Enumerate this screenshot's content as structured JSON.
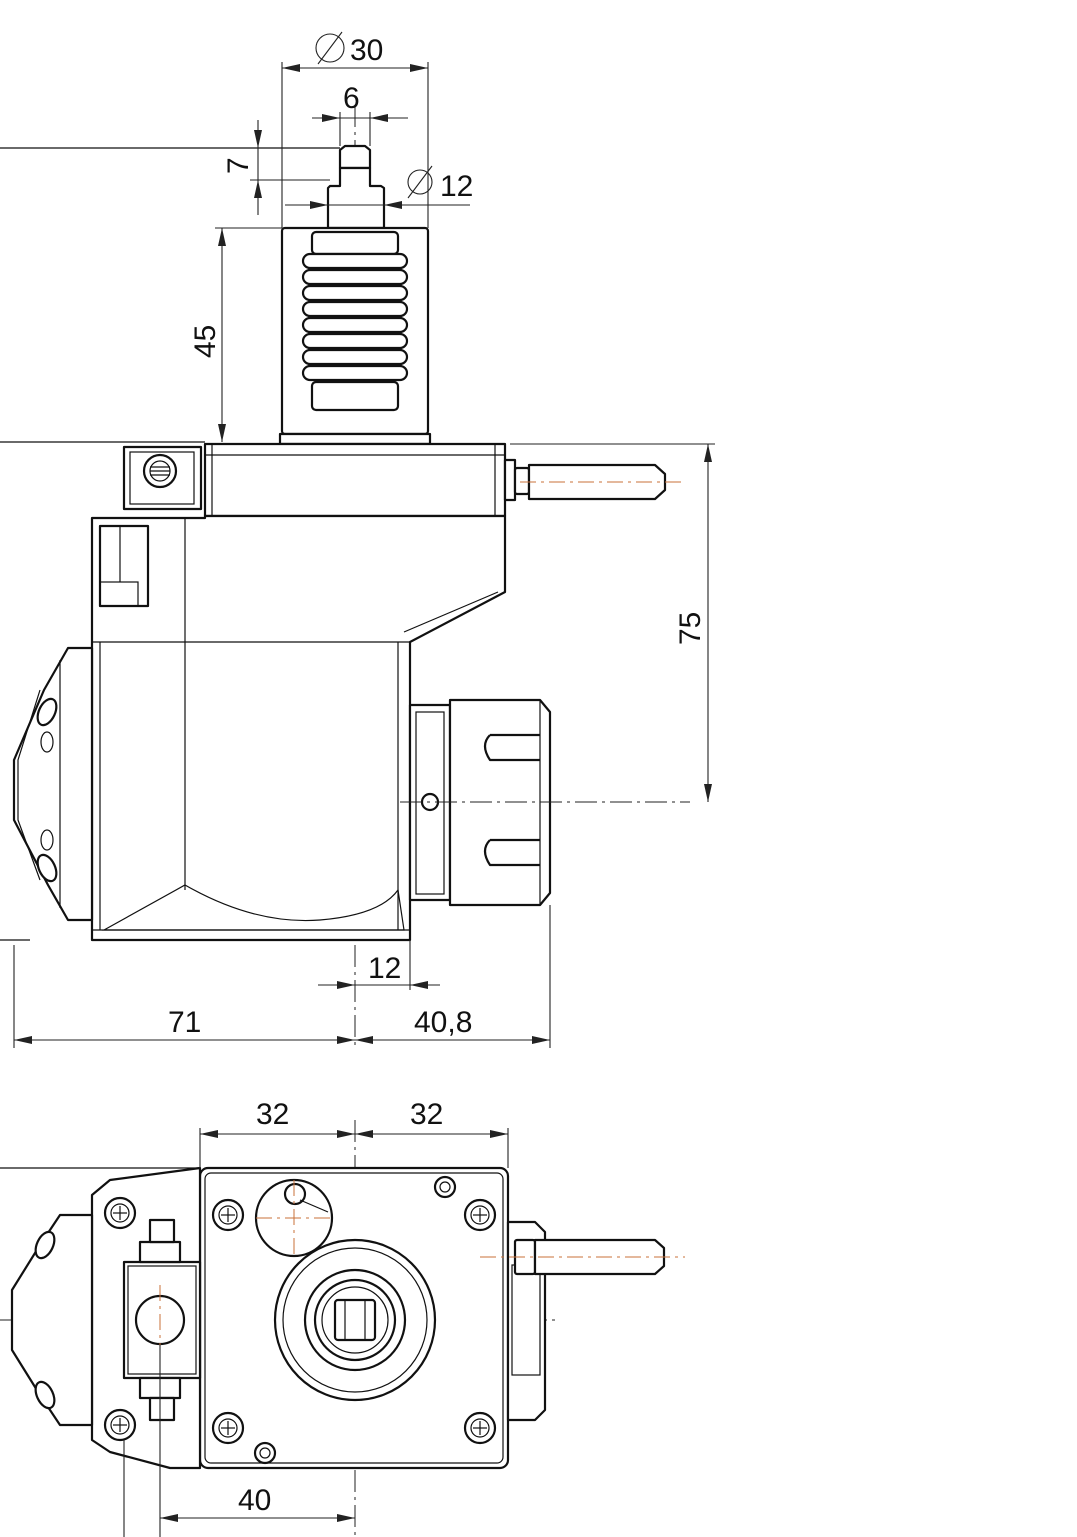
{
  "side_view": {
    "dim_diameter_outer": "30",
    "dim_tenon_width": "6",
    "dim_tenon_height": "7",
    "dim_diameter_shank": "12",
    "dim_shank_height": "45",
    "dim_spindle_height": "75",
    "dim_collet_offset": "12",
    "dim_width_left": "71",
    "dim_width_right": "40,8"
  },
  "top_view": {
    "dim_hole_spacing_left": "32",
    "dim_hole_spacing_right": "32",
    "dim_offset_bottom": "40"
  },
  "symbols": {
    "diameter": "⌀"
  },
  "colors": {
    "line": "#111111",
    "centerline_accent": "#c8703a"
  }
}
